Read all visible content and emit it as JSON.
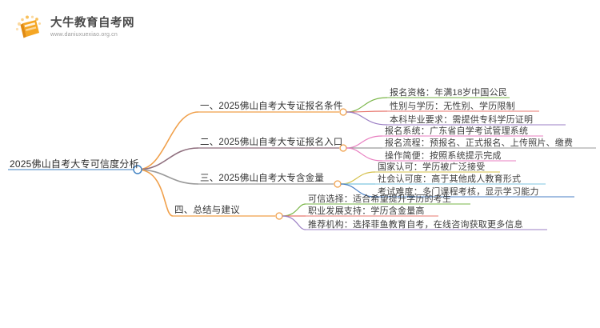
{
  "logo": {
    "name": "大牛教育自考网",
    "url": "www.daniuxuexiao.org.cn",
    "icon": "book-icon"
  },
  "mindmap": {
    "root": {
      "label": "2025佛山自考大专可信度分析"
    },
    "branches": [
      {
        "label": "一、2025佛山自考大专证报名条件",
        "color": "#f0a04b",
        "children": [
          {
            "label": "报名资格：年满18岁中国公民",
            "color": "#7ab648"
          },
          {
            "label": "性别与学历：无性别、学历限制",
            "color": "#e8776f"
          },
          {
            "label": "本科毕业要求：需提供专科学历证明",
            "color": "#9b7fc4"
          }
        ]
      },
      {
        "label": "二、2025佛山自考大专证报名入口",
        "color": "#8f6f7e",
        "children": [
          {
            "label": "报名系统：广东省自学考试管理系统",
            "color": "#e87fc0"
          },
          {
            "label": "报名流程：预报名、正式报名、上传照片、缴费",
            "color": "#9a9a9a"
          },
          {
            "label": "操作简便：按照系统提示完成",
            "color": "#e87fc0"
          }
        ]
      },
      {
        "label": "三、2025佛山自考大专含金量",
        "color": "#9a9a9a",
        "children": [
          {
            "label": "国家认可：学历被广泛接受",
            "color": "#d4c04a"
          },
          {
            "label": "社会认可度：高于其他成人教育形式",
            "color": "#7fc6e0"
          },
          {
            "label": "考试难度：多门课程考核，显示学习能力",
            "color": "#4a7fc4"
          }
        ]
      },
      {
        "label": "四、总结与建议",
        "color": "#f0a04b",
        "children": [
          {
            "label": "可信选择：适合希望提升学历的考生",
            "color": "#7ab648"
          },
          {
            "label": "职业发展支持：学历含金量高",
            "color": "#e8776f"
          },
          {
            "label": "推荐机构：选择菲鱼教育自考，在线咨询获取更多信息",
            "color": "#9b7fc4"
          }
        ]
      }
    ]
  },
  "colors": {
    "root_node_stroke": "#3d7fc1",
    "branch_node_stroke": "#f0a04b",
    "background": "#ffffff",
    "logo_accent": "#f5a623"
  }
}
